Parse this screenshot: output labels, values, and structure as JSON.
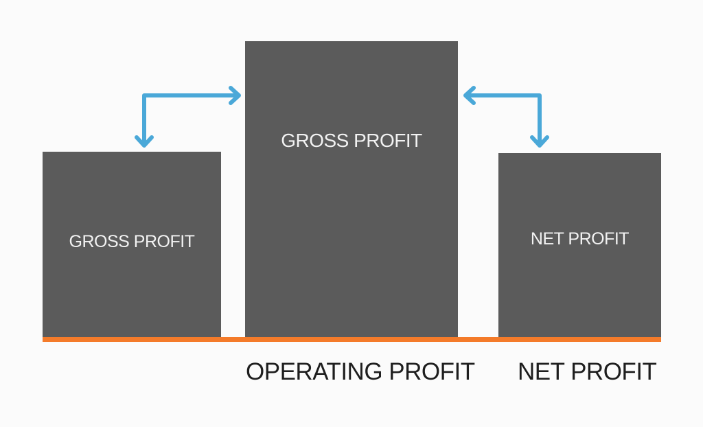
{
  "boxes": [
    {
      "label": "GROSS PROFIT"
    },
    {
      "label": "GROSS PROFIT"
    },
    {
      "label": "NET PROFIT"
    }
  ],
  "bottom_labels": [
    "OPERATING PROFIT",
    "NET PROFIT"
  ],
  "colors": {
    "box": "#5b5b5b",
    "arrow": "#4aa8d8",
    "baseline": "#f47b2a",
    "background": "#fbfbfb"
  }
}
